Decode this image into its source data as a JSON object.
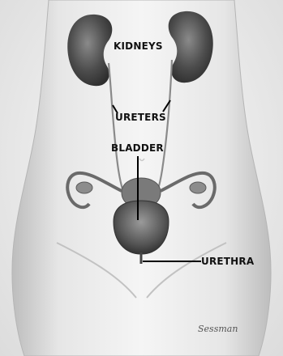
{
  "labels": {
    "kidneys": "KIDNEYS",
    "ureters": "URETERS",
    "bladder": "BLADDER",
    "urethra": "URETHRA"
  },
  "signature": "Sessman",
  "colors": {
    "background": "#e9e9e9",
    "body_shading": "#cfcfcf",
    "organ_dark": "#4a4a4a",
    "leader_line": "#000000"
  }
}
